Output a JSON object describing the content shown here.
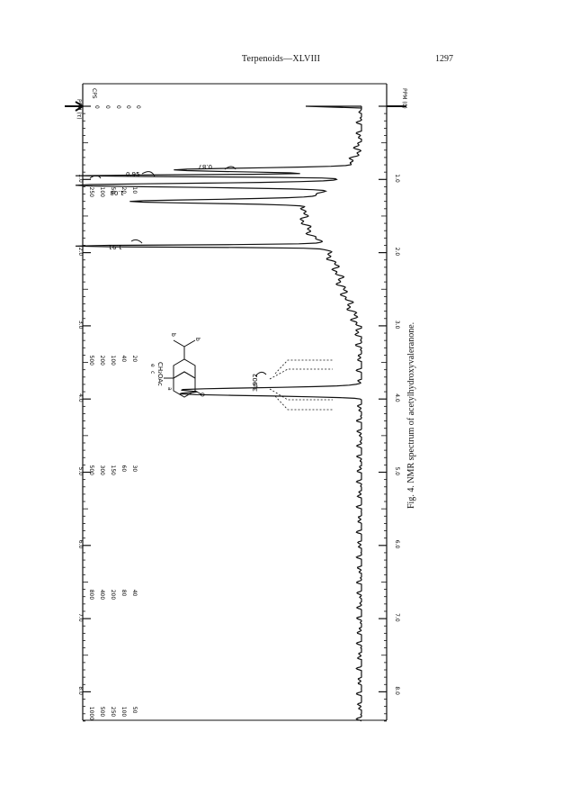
{
  "header": {
    "running_title": "Terpenoids—XLVIII",
    "page_number": "1297"
  },
  "figure": {
    "caption": "Fig. 4.  NMR spectrum of acetylhydroxyvaleranone.",
    "scale_top_label": "PPM (τ)",
    "scale_bottom_label": "PPM (δ)",
    "cps_label": "CPS",
    "ppm_scale": [
      {
        "label": "1.0",
        "value": 1.0
      },
      {
        "label": "2.0",
        "value": 2.0
      },
      {
        "label": "3.0",
        "value": 3.0
      },
      {
        "label": "4.0",
        "value": 4.0
      },
      {
        "label": "5.0",
        "value": 5.0
      },
      {
        "label": "6.0",
        "value": 6.0
      },
      {
        "label": "7.0",
        "value": 7.0
      },
      {
        "label": "8.0",
        "value": 8.0
      }
    ],
    "sweep_offsets": [
      {
        "value": 1.2,
        "labels": [
          "250",
          "100",
          "50",
          "20",
          "10"
        ]
      },
      {
        "value": 3.5,
        "labels": [
          "500",
          "200",
          "100",
          "40",
          "20"
        ]
      },
      {
        "value": 5.0,
        "labels": [
          "500",
          "300",
          "150",
          "60",
          "30"
        ]
      },
      {
        "value": 6.7,
        "labels": [
          "800",
          "400",
          "200",
          "80",
          "40"
        ]
      },
      {
        "value": 8.3,
        "labels": [
          "1000",
          "500",
          "250",
          "100",
          "50"
        ]
      }
    ],
    "top_zero_labels": [
      "0",
      "0",
      "0",
      "0",
      "0"
    ],
    "peak_annotations": [
      {
        "text": "0.87",
        "group": "b"
      },
      {
        "text": "0.95",
        "group": "e"
      },
      {
        "text": "1.08",
        "group": "a"
      },
      {
        "text": "1.91",
        "group": "c"
      },
      {
        "text": "3.902",
        "group": "d"
      }
    ],
    "structure_labels": {
      "substituent": "CH₂OAc",
      "atoms": [
        "e",
        "c",
        "a",
        "b",
        "b",
        "O",
        "d"
      ]
    }
  },
  "spectrum_data": {
    "peaks_ppm": [
      {
        "ppm": 0.87,
        "height": 0.6
      },
      {
        "ppm": 0.95,
        "height": 0.95
      },
      {
        "ppm": 1.08,
        "height": 0.9
      },
      {
        "ppm": 1.3,
        "height": 0.65
      },
      {
        "ppm": 1.91,
        "height": 1.0
      },
      {
        "ppm": 3.87,
        "height": 0.6
      },
      {
        "ppm": 3.93,
        "height": 0.6
      }
    ]
  }
}
